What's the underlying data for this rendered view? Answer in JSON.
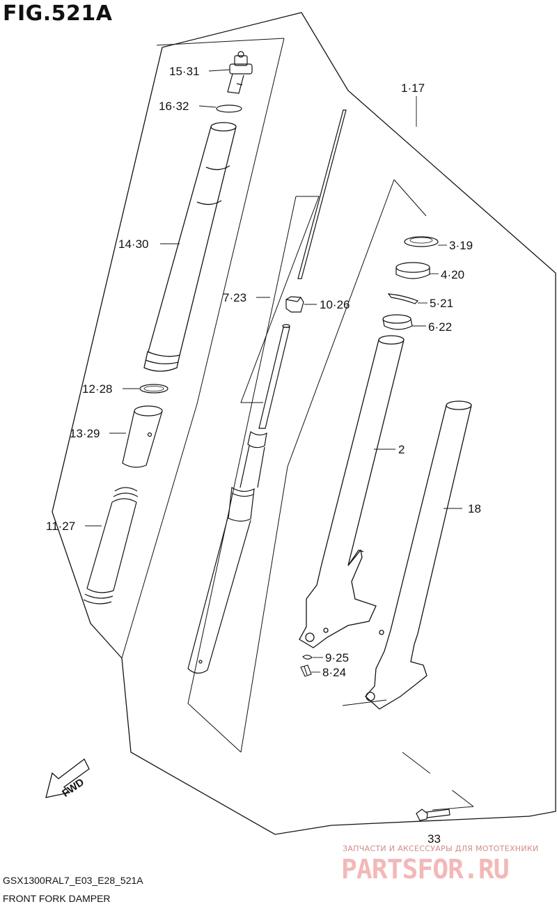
{
  "figure": {
    "title": "FIG.521A",
    "model_code": "GSX1300RAL7_E03_E28_521A",
    "subtitle": "FRONT FORK DAMPER",
    "fwd_label": "FWD"
  },
  "callouts": [
    {
      "id": "c1",
      "label": "15·31"
    },
    {
      "id": "c2",
      "label": "16·32"
    },
    {
      "id": "c3",
      "label": "14·30"
    },
    {
      "id": "c4",
      "label": "12·28"
    },
    {
      "id": "c5",
      "label": "13·29"
    },
    {
      "id": "c6",
      "label": "11·27"
    },
    {
      "id": "c7",
      "label": "7·23"
    },
    {
      "id": "c8",
      "label": "10·26"
    },
    {
      "id": "c9",
      "label": "1·17"
    },
    {
      "id": "c10",
      "label": "3·19"
    },
    {
      "id": "c11",
      "label": "4·20"
    },
    {
      "id": "c12",
      "label": "5·21"
    },
    {
      "id": "c13",
      "label": "6·22"
    },
    {
      "id": "c14",
      "label": "2"
    },
    {
      "id": "c15",
      "label": "18"
    },
    {
      "id": "c16",
      "label": "9·25"
    },
    {
      "id": "c17",
      "label": "8·24"
    },
    {
      "id": "c18",
      "label": "33"
    }
  ],
  "watermark": {
    "line1": "ЗАПЧАСТИ И АКСЕССУАРЫ ДЛЯ МОТОТЕХНИКИ",
    "line2": "PARTSFOR.RU"
  }
}
